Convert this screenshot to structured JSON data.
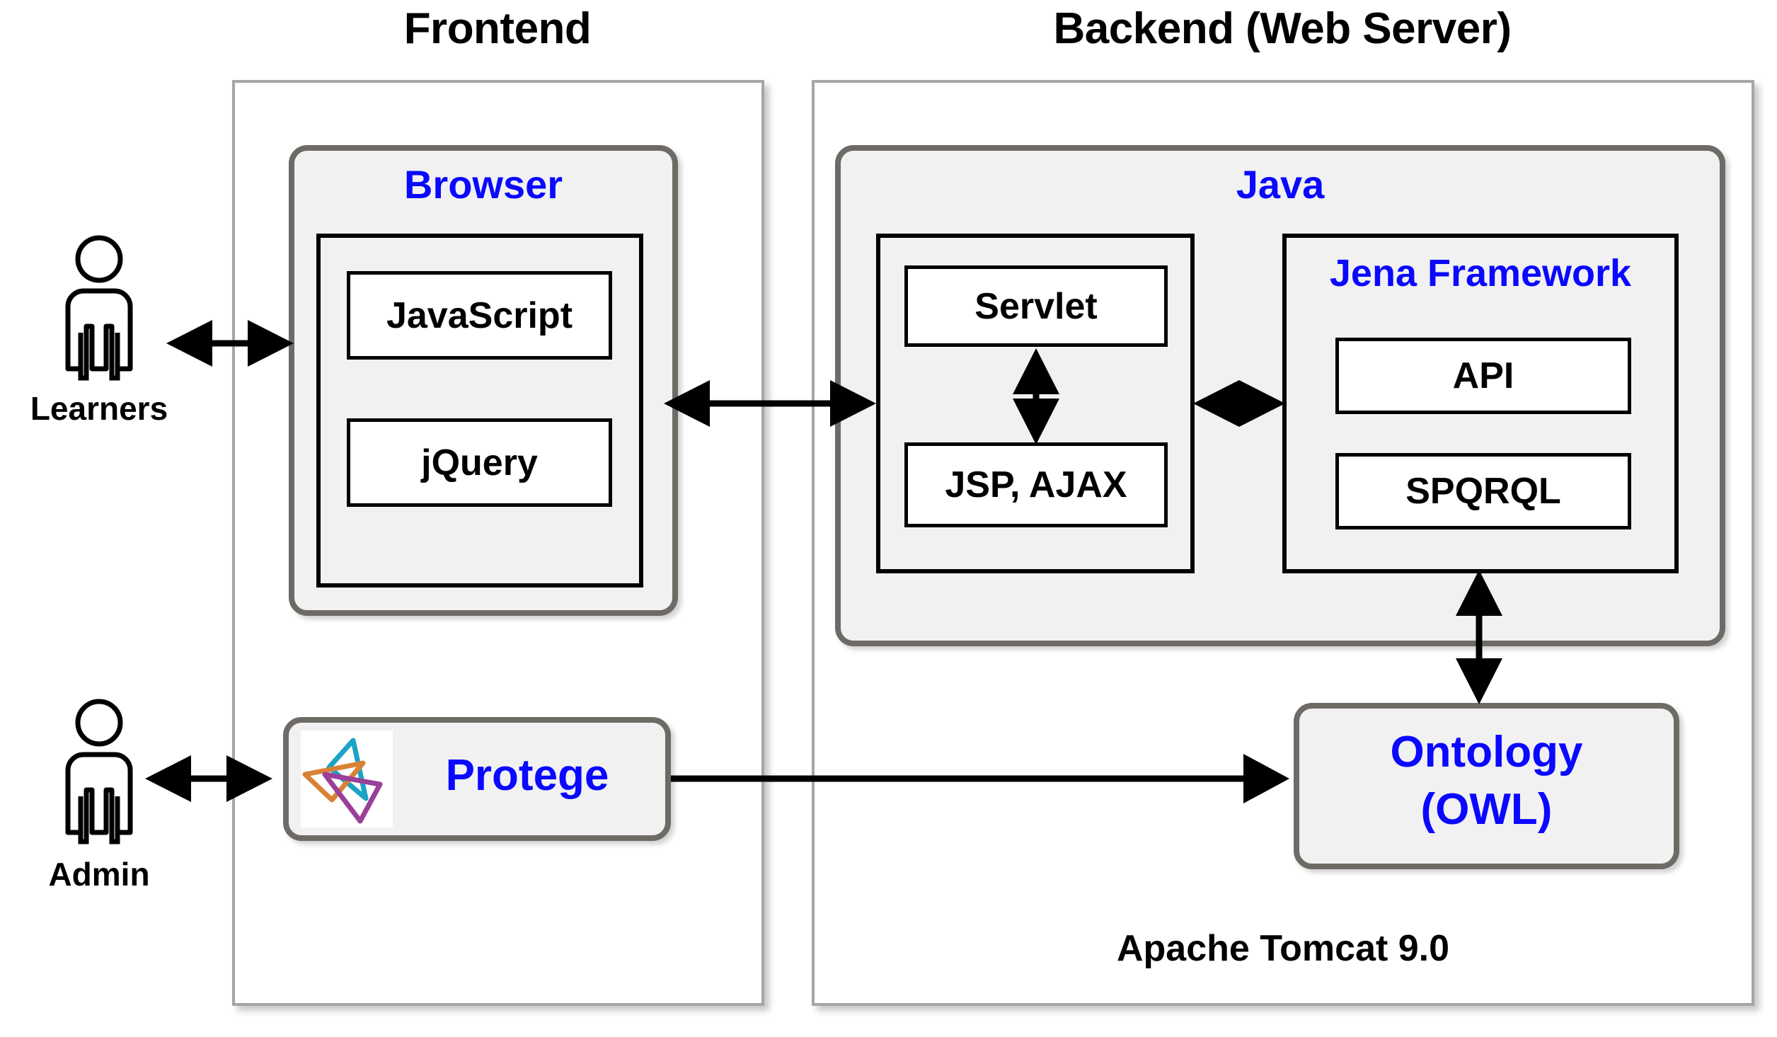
{
  "diagram": {
    "title_frontend": "Frontend",
    "title_backend": "Backend (Web Server)",
    "accent_blue": "#0a08ff",
    "panel_border": "#a6a6a6",
    "round_border": "#6e6a66",
    "round_fill": "#f1f1f1"
  },
  "actors": [
    {
      "name": "Learners",
      "label": "Learners",
      "icon": "person-icon"
    },
    {
      "name": "Admin",
      "label": "Admin",
      "icon": "person-icon"
    }
  ],
  "frontend": {
    "browser": {
      "label": "Browser",
      "items": [
        {
          "label": "JavaScript"
        },
        {
          "label": "jQuery"
        }
      ]
    },
    "protege": {
      "label": "Protege",
      "logo": "protege-logo-icon",
      "logo_colors": [
        "#d98236",
        "#1ba3c6",
        "#9b3f98"
      ]
    }
  },
  "backend": {
    "java": {
      "label": "Java",
      "web_layer": {
        "items": [
          {
            "label": "Servlet"
          },
          {
            "label": "JSP, AJAX"
          }
        ]
      },
      "jena": {
        "label": "Jena Framework",
        "items": [
          {
            "label": "API"
          },
          {
            "label": "SPQRQL"
          }
        ]
      }
    },
    "ontology": {
      "line1": "Ontology",
      "line2": "(OWL)"
    },
    "server_label": "Apache Tomcat 9.0"
  },
  "connections": [
    {
      "from": "Learners",
      "to": "Browser",
      "type": "bidirectional"
    },
    {
      "from": "Browser",
      "to": "Java",
      "type": "bidirectional"
    },
    {
      "from": "Servlet",
      "to": "JSP, AJAX",
      "type": "bidirectional"
    },
    {
      "from": "Servlet/JSP block",
      "to": "Jena Framework",
      "type": "bidirectional"
    },
    {
      "from": "Jena Framework",
      "to": "Ontology (OWL)",
      "type": "bidirectional"
    },
    {
      "from": "Admin",
      "to": "Protege",
      "type": "bidirectional"
    },
    {
      "from": "Protege",
      "to": "Ontology (OWL)",
      "type": "unidirectional"
    }
  ]
}
